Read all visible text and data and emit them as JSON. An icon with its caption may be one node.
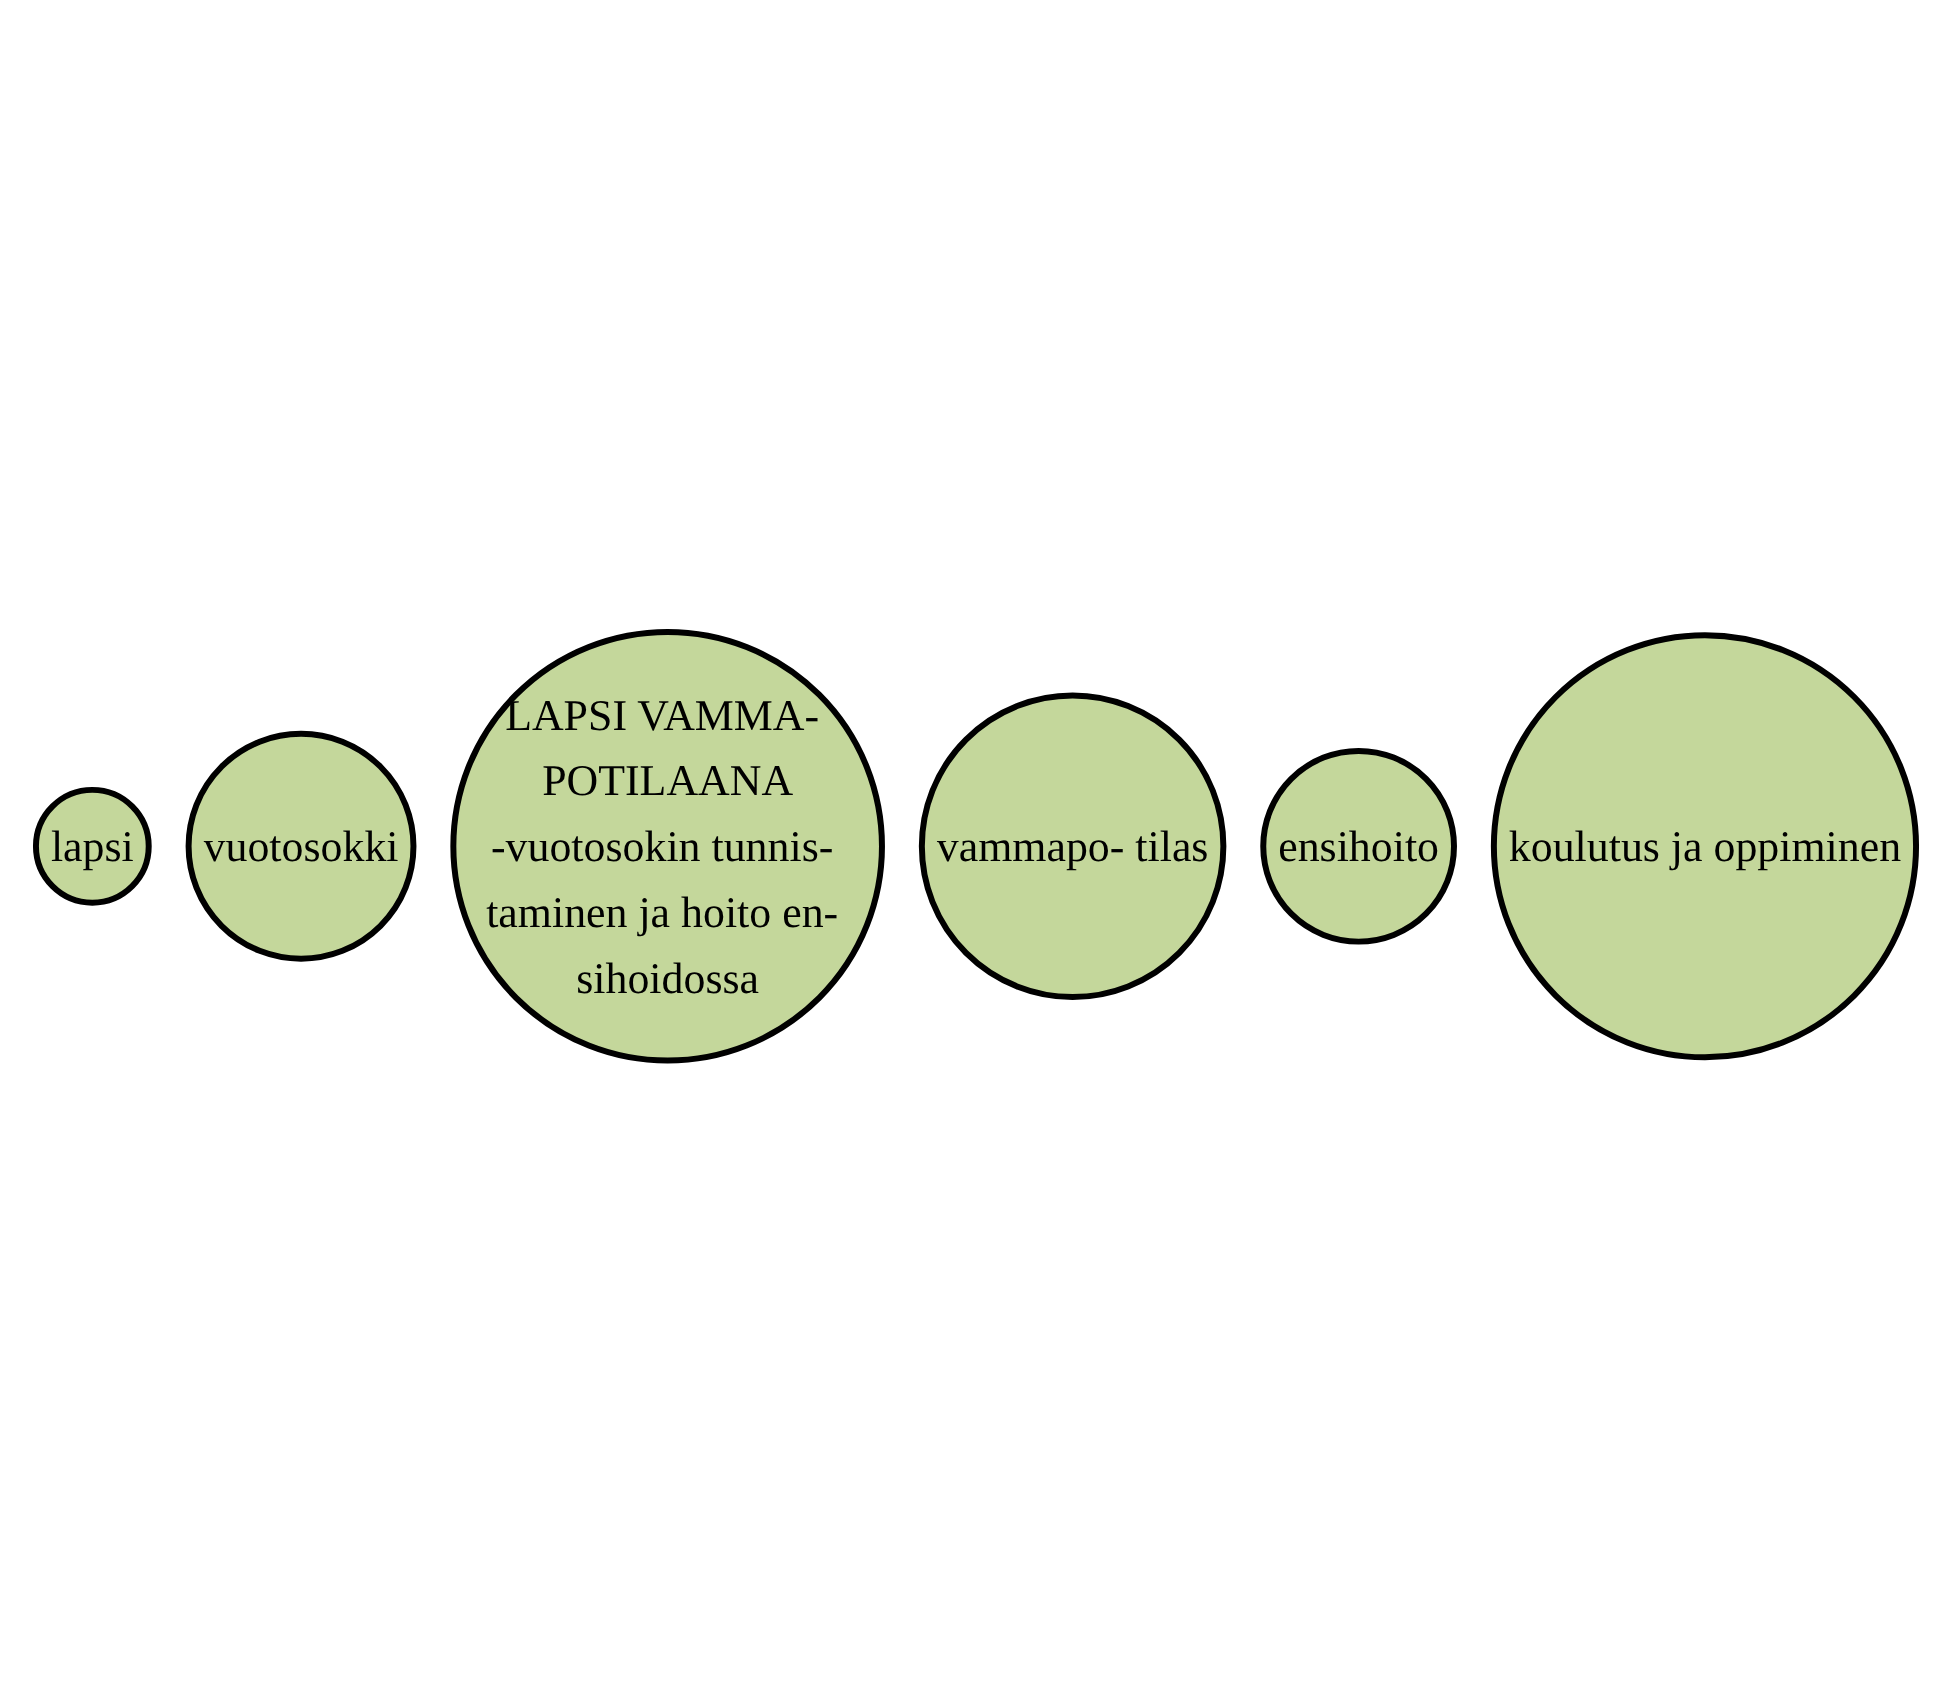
{
  "diagram": {
    "nodes": [
      {
        "text": [
          "lapsi"
        ]
      },
      {
        "text": [
          "vuotosokki"
        ]
      },
      {
        "text": [
          "LAPSI VAMMA- POTILAANA",
          "-vuotosokin tunnis- taminen ja hoito en- sihoidossa"
        ]
      },
      {
        "text": [
          "vammapo- tilas"
        ]
      },
      {
        "text": [
          "ensihoito"
        ]
      },
      {
        "text": [
          "koulutus ja oppiminen"
        ]
      }
    ]
  }
}
